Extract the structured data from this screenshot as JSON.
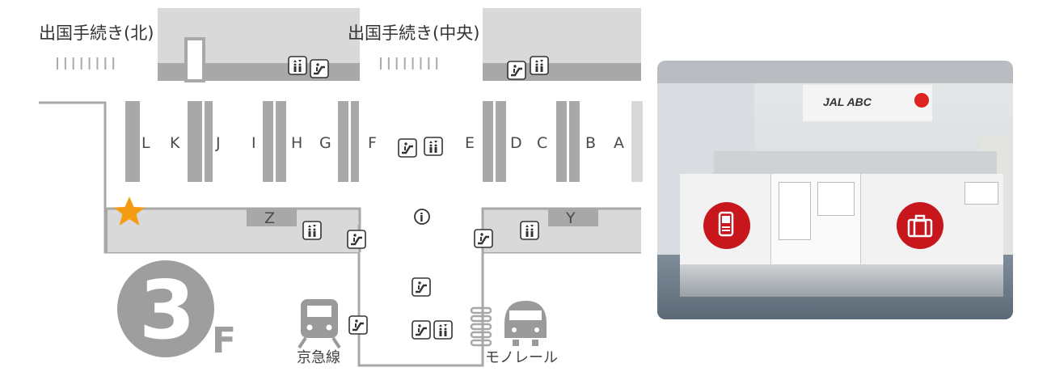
{
  "map": {
    "labels": {
      "departure_north": "出国手続き(北)",
      "departure_center": "出国手続き(中央)",
      "floor_number": "3",
      "floor_suffix": "F",
      "keikyu_line": "京急線",
      "monorail": "モノレール",
      "gate_marks_north": "IIIIIIII",
      "gate_marks_center": "IIIIIIII"
    },
    "counters": [
      "L",
      "K",
      "J",
      "I",
      "H",
      "G",
      "F",
      "E",
      "D",
      "C",
      "B",
      "A",
      "Z",
      "Y"
    ],
    "info_symbol": "i",
    "colors": {
      "block_gray": "#a8a8a8",
      "light_gray": "#d9d9d9",
      "outline_gray": "#9a9a9a",
      "floor_badge": "#9e9e9e",
      "star": "#f39c12"
    },
    "icons": [
      "star-icon",
      "elevator-icon",
      "escalator-icon",
      "info-icon",
      "train-icon",
      "monorail-icon"
    ]
  },
  "photo": {
    "sign_text": "JAL ABC",
    "icons": [
      "mobile-phone-icon",
      "suitcase-icon"
    ],
    "colors": {
      "icon_red": "#c8161d"
    }
  }
}
